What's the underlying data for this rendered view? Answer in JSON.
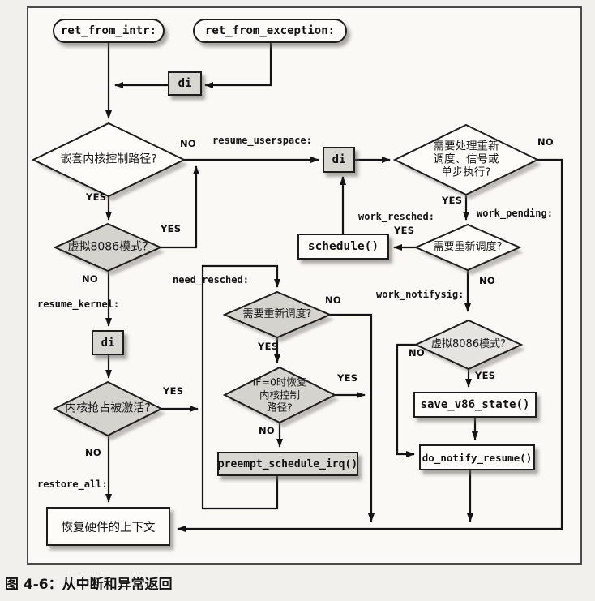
{
  "figure": {
    "caption": "图 4-6：从中断和异常返回"
  },
  "terminals": {
    "ret_from_intr": "ret_from_intr:",
    "ret_from_exception": "ret_from_exception:"
  },
  "actions": {
    "di": "di",
    "schedule": "schedule()",
    "preempt_schedule_irq": "preempt_schedule_irq()",
    "save_v86_state": "save_v86_state()",
    "do_notify_resume": "do_notify_resume()",
    "restore_hw_context": "恢复硬件的上下文"
  },
  "decisions": {
    "nested_kernel_path": "嵌套内核控制路径?",
    "v86_mode_left": "虚拟8086模式?",
    "kernel_preempt_enabled": "内核抢占被激活?",
    "need_resched_loop": "需要重新调度?",
    "if0_resume_kernel_path": "IF=0时恢复\n内核控制\n路径?",
    "work_to_do": "需要处理重新\n调度、信号或\n单步执行?",
    "need_resched_right": "需要重新调度?",
    "v86_mode_right": "虚拟8086模式?"
  },
  "entry_labels": {
    "resume_userspace": "resume_userspace:",
    "resume_kernel": "resume_kernel:",
    "restore_all": "restore_all:",
    "need_resched": "need_resched:",
    "work_resched": "work_resched:",
    "work_pending": "work_pending:",
    "work_notifysig": "work_notifysig:"
  },
  "branch": {
    "yes": "YES",
    "no": "NO"
  },
  "colors": {
    "diamond_gray": "#d5d3ce",
    "box_gray": "#d9d7d2",
    "node_white": "#fdfcf9",
    "line": "#141414",
    "shadow": "#8f8c86",
    "frame_border": "#4a4a48",
    "paper": "#faf9f6"
  }
}
